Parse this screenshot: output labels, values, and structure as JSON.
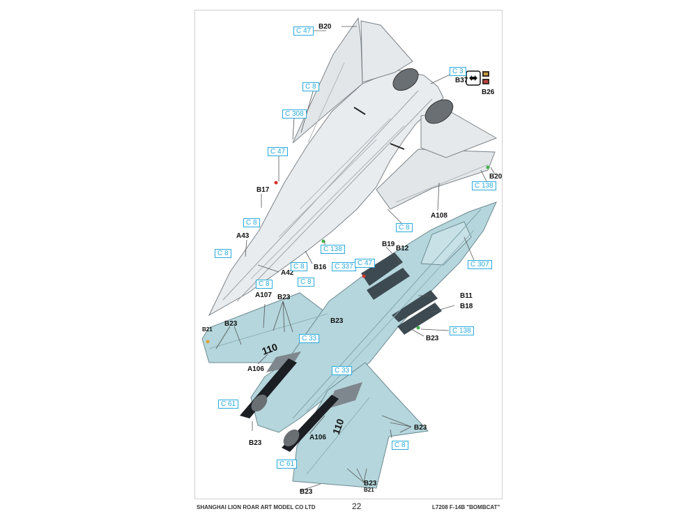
{
  "footer": {
    "company": "SHANGHAI LION ROAR ART MODEL CO LTD",
    "page": "22",
    "kit": "L7208  F-14B  \"BOMBCAT\""
  },
  "parts": {
    "b20_top": "B20",
    "b20_right": "B20",
    "b37": "B37",
    "b26": "B26",
    "b17": "B17",
    "a43": "A43",
    "a42": "A42",
    "b16": "B16",
    "a108": "A108",
    "b19": "B19",
    "b12": "B12",
    "b11": "B11",
    "b18": "B18",
    "a107": "A107",
    "b23_a": "B23",
    "b23_b": "B23",
    "b23_c": "B23",
    "b23_d": "B23",
    "b23_e": "B23",
    "b23_f": "B23",
    "b23_g": "B23",
    "b23_h": "B23",
    "b21_a": "B21",
    "b21_b": "B21",
    "a106_a": "A106",
    "a106_b": "A106"
  },
  "colors": {
    "c47_top": "C 47",
    "c3": "C 3",
    "c8_a": "C 8",
    "c308": "C 308",
    "c47_mid": "C 47",
    "c138_top": "C 138",
    "c8_b": "C 8",
    "c8_c": "C 8",
    "c138_mid": "C 138",
    "c8_d": "C 8",
    "c8_e": "C 8",
    "c8_f": "C 8",
    "c8_g": "C 8",
    "c337": "C 337",
    "c47_low": "C 47",
    "c307": "C 307",
    "c138_low": "C 138",
    "c33_a": "C 33",
    "c33_b": "C 33",
    "c61_a": "C 61",
    "c61_b": "C 61",
    "c8_h": "C 8"
  },
  "markings": {
    "modex_a": "110",
    "modex_b": "110"
  },
  "theme": {
    "paint_gray": "#e9ecee",
    "paint_blue": "#b4d6dc",
    "callout_blue": "#28a9dc",
    "panel_dark": "#3d4a52"
  }
}
